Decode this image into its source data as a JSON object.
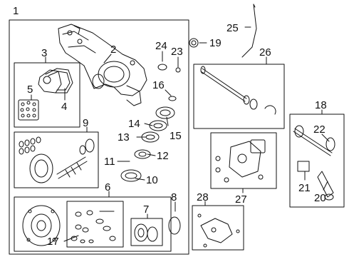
{
  "diagram": {
    "colors": {
      "line": "#111111",
      "box": "#222222",
      "background": "#ffffff"
    },
    "callouts": {
      "n1": "1",
      "n2": "2",
      "n3": "3",
      "n4": "4",
      "n5": "5",
      "n6": "6",
      "n7": "7",
      "n8": "8",
      "n9": "9",
      "n10": "10",
      "n11": "11",
      "n12": "12",
      "n13": "13",
      "n14": "14",
      "n15": "15",
      "n16": "16",
      "n17": "17",
      "n18": "18",
      "n19": "19",
      "n20": "20",
      "n21": "21",
      "n22": "22",
      "n23": "23",
      "n24": "24",
      "n25": "25",
      "n26": "26",
      "n27": "27",
      "n28": "28"
    }
  }
}
